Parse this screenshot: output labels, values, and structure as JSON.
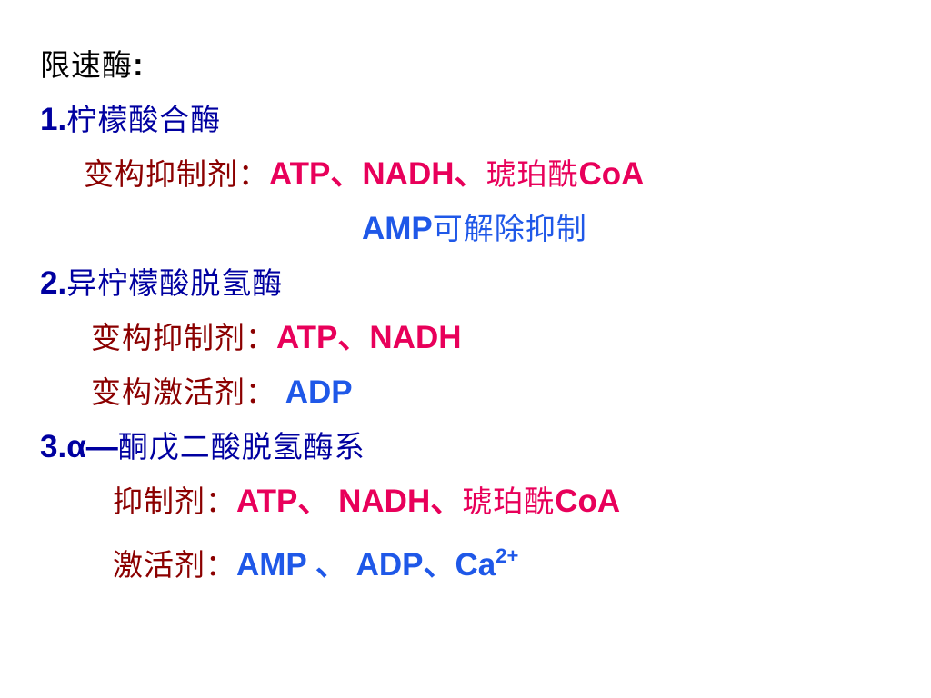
{
  "colors": {
    "black": "#000000",
    "blue": "#0000a0",
    "brightBlue": "#1f58e8",
    "darkRed": "#8b0000",
    "magenta": "#e8005a"
  },
  "lines": [
    {
      "id": "title",
      "segments": [
        "限速酶",
        ":"
      ]
    },
    {
      "id": "item1",
      "segments": [
        "1.",
        "柠檬酸合酶"
      ]
    },
    {
      "id": "item1-inhibitors",
      "segments": [
        "变构抑制剂：",
        "ATP、NADH、",
        "琥珀酰",
        "CoA"
      ]
    },
    {
      "id": "item1-relief",
      "segments": [
        "AMP",
        "可解除抑制"
      ]
    },
    {
      "id": "item2",
      "segments": [
        "2.",
        "异柠檬酸脱氢酶"
      ]
    },
    {
      "id": "item2-inhibitors",
      "segments": [
        "变构抑制剂：",
        "ATP、NADH"
      ]
    },
    {
      "id": "item2-activators",
      "segments": [
        "变构激活剂：",
        " ADP"
      ]
    },
    {
      "id": "item3",
      "segments": [
        "3.α—",
        "酮戊二酸脱氢酶系"
      ]
    },
    {
      "id": "item3-inhibitors",
      "segments": [
        "抑制剂：",
        "ATP、 NADH、",
        "琥珀酰",
        "CoA"
      ]
    },
    {
      "id": "item3-activators",
      "segments": [
        "激活剂：",
        "AMP 、 ADP、Ca",
        "2+"
      ]
    }
  ]
}
